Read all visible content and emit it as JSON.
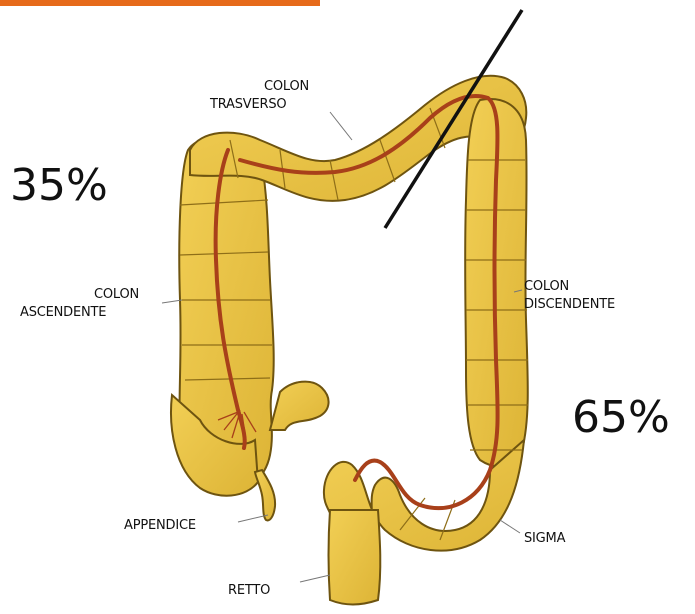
{
  "labels": {
    "colon_trasverso": [
      "COLON",
      "TRASVERSO"
    ],
    "colon_ascendente": [
      "COLON",
      "ASCENDENTE"
    ],
    "colon_discendente": [
      "COLON",
      "DISCENDENTE"
    ],
    "appendice": "APPENDICE",
    "sigma": "SIGMA",
    "retto": "RETTO"
  },
  "percentages": {
    "left": "35%",
    "right": "65%"
  },
  "colors": {
    "colon_fill": "#E8C245",
    "colon_stroke": "#6E5410",
    "vessel": "#A8401A",
    "top_accent": "#E66A1A",
    "divider": "#111111"
  }
}
